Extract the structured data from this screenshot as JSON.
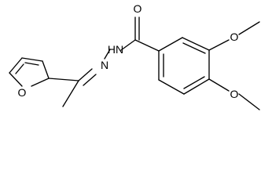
{
  "molecule": {
    "atoms": [
      {
        "id": "O_ring",
        "text": "O"
      },
      {
        "id": "N_imine",
        "text": "N"
      },
      {
        "id": "NH",
        "text": "HN"
      },
      {
        "id": "O_carbonyl",
        "text": "O"
      },
      {
        "id": "O_meo3",
        "text": "O"
      },
      {
        "id": "O_meo4",
        "text": "O"
      }
    ]
  },
  "colors": {
    "bond": "#000000",
    "background": "#ffffff"
  }
}
